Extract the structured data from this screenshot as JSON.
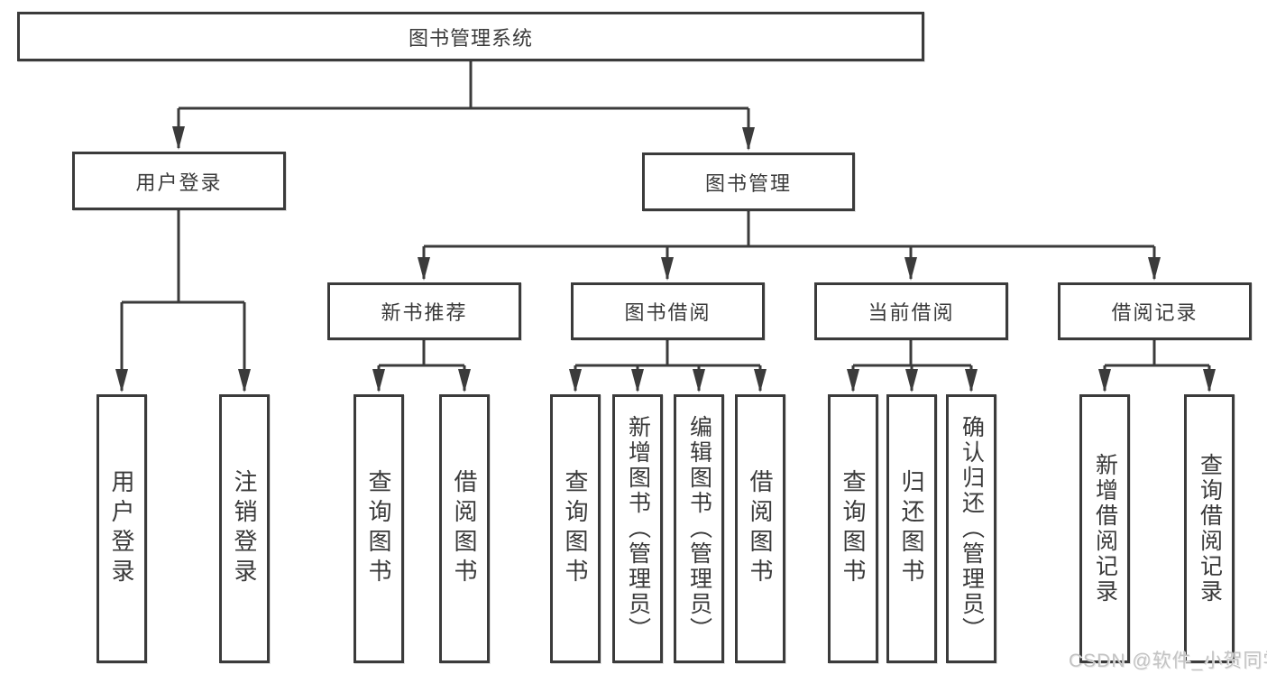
{
  "diagram": {
    "title": "图书管理系统",
    "colors": {
      "background": "#ffffff",
      "line": "#3b3b3b",
      "text": "#3a3a3a",
      "watermark": "#c3c3c3"
    },
    "root": {
      "label": "图书管理系统"
    },
    "branches": [
      {
        "label": "用户登录"
      },
      {
        "label": "图书管理"
      }
    ],
    "modules": [
      {
        "label": "新书推荐",
        "parent": "图书管理"
      },
      {
        "label": "图书借阅",
        "parent": "图书管理"
      },
      {
        "label": "当前借阅",
        "parent": "图书管理"
      },
      {
        "label": "借阅记录",
        "parent": "图书管理"
      }
    ],
    "leaves": [
      {
        "label": "用户登录",
        "parent": "用户登录"
      },
      {
        "label": "注销登录",
        "parent": "用户登录"
      },
      {
        "label": "查询图书",
        "parent": "新书推荐"
      },
      {
        "label": "借阅图书",
        "parent": "新书推荐"
      },
      {
        "label": "查询图书",
        "parent": "图书借阅"
      },
      {
        "label": "新增图书（管理员）",
        "parent": "图书借阅"
      },
      {
        "label": "编辑图书（管理员）",
        "parent": "图书借阅"
      },
      {
        "label": "借阅图书",
        "parent": "图书借阅"
      },
      {
        "label": "查询图书",
        "parent": "当前借阅"
      },
      {
        "label": "归还图书",
        "parent": "当前借阅"
      },
      {
        "label": "确认归还（管理员）",
        "parent": "当前借阅"
      },
      {
        "label": "新增借阅记录",
        "parent": "借阅记录"
      },
      {
        "label": "查询借阅记录",
        "parent": "借阅记录"
      }
    ],
    "watermark": "CSDN @软件_小贺同学"
  }
}
